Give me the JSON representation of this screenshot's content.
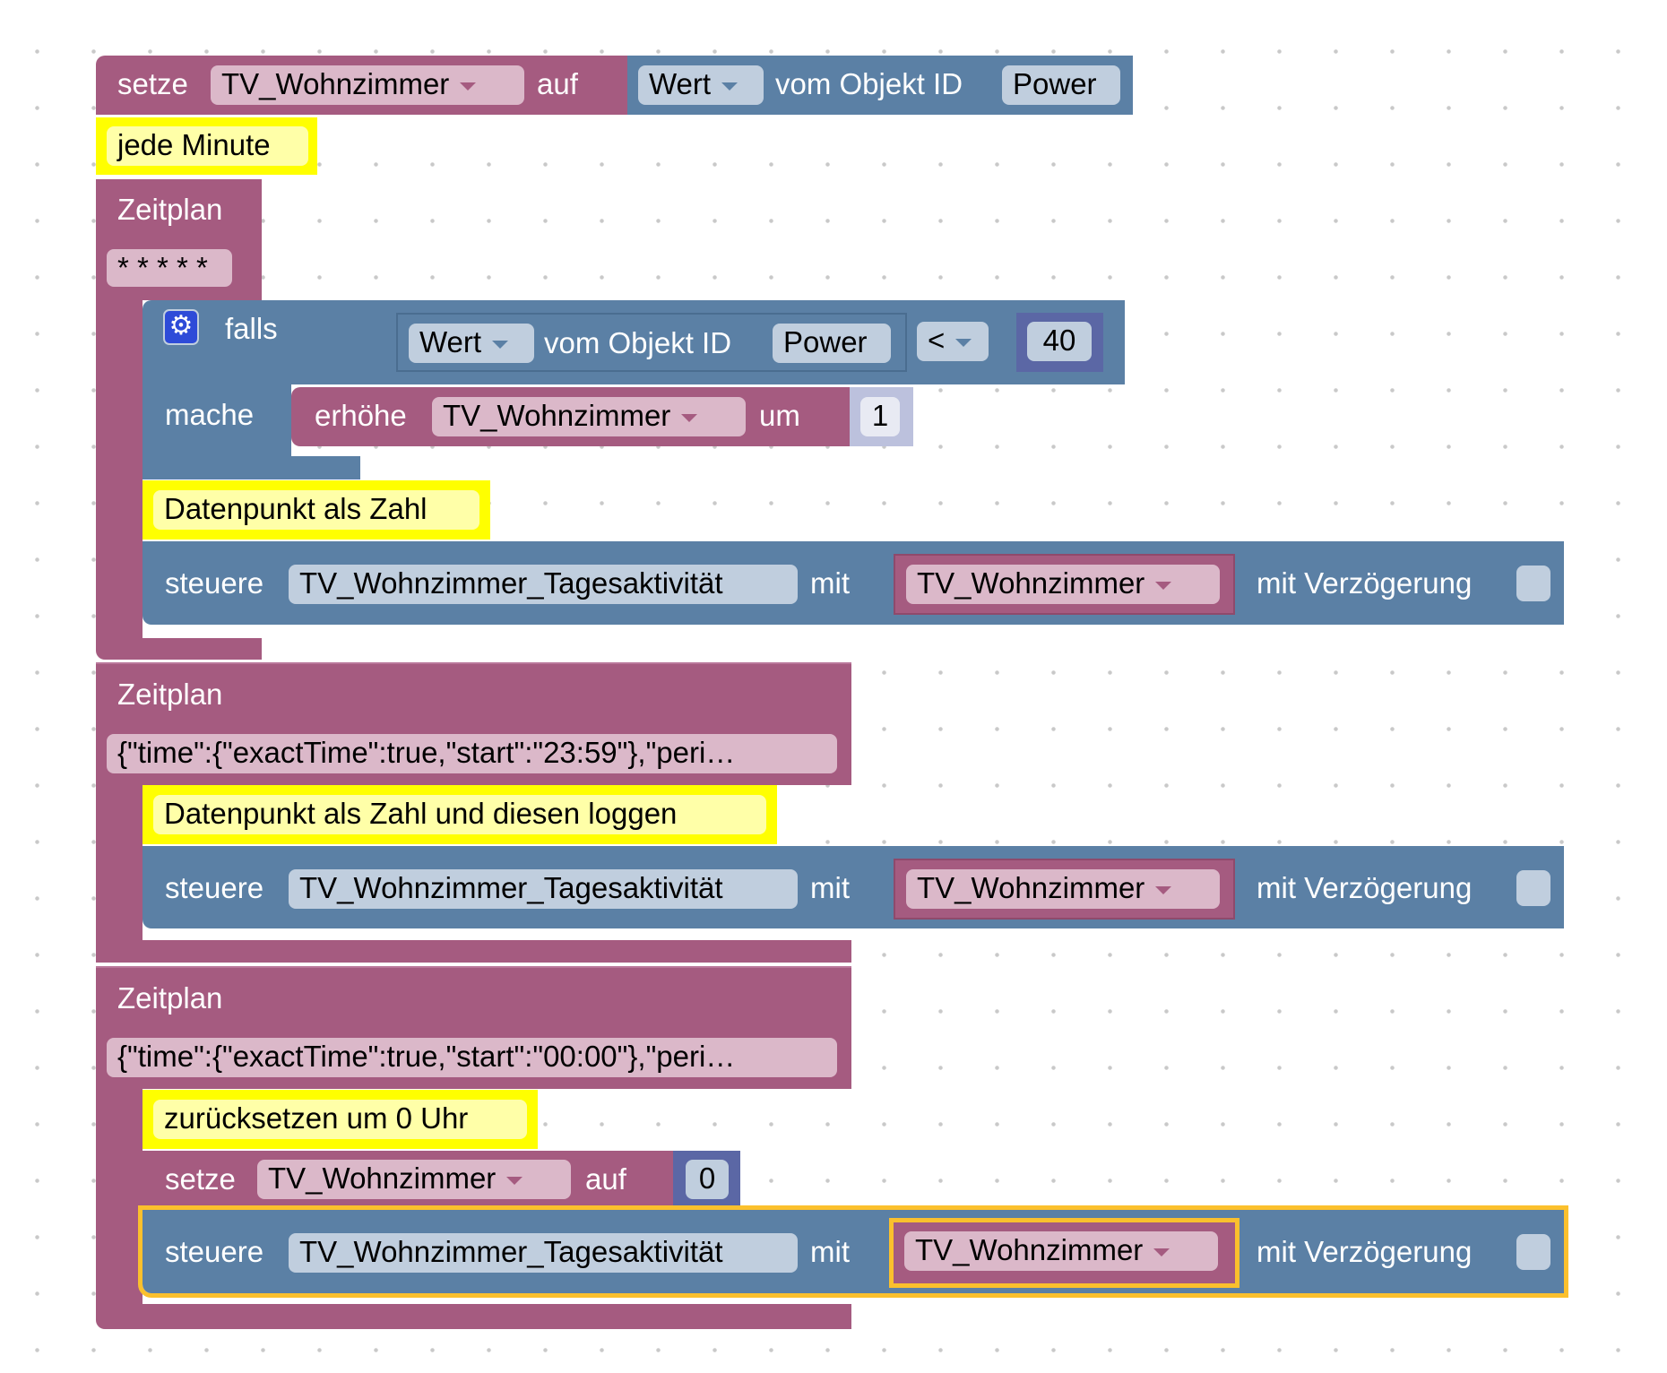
{
  "blocks": {
    "set1": {
      "setze": "setze",
      "var": "TV_Wohnzimmer",
      "auf": "auf",
      "wert": "Wert",
      "vom": "vom Objekt ID",
      "obj": "Power"
    },
    "comment1": "jede Minute",
    "sched1": {
      "label": "Zeitplan",
      "value": "* * * * *"
    },
    "if": {
      "falls": "falls",
      "mache": "mache",
      "wert": "Wert",
      "vom": "vom Objekt ID",
      "obj": "Power",
      "op": "<",
      "num": "40"
    },
    "inc": {
      "label": "erhöhe",
      "var": "TV_Wohnzimmer",
      "um": "um",
      "num": "1"
    },
    "comment2": "Datenpunkt als Zahl",
    "control1": {
      "steuere": "steuere",
      "target": "TV_Wohnzimmer_Tagesaktivität",
      "mit": "mit",
      "var": "TV_Wohnzimmer",
      "delay": "mit Verzögerung"
    },
    "sched2": {
      "label": "Zeitplan",
      "value": "{\"time\":{\"exactTime\":true,\"start\":\"23:59\"},\"peri…"
    },
    "comment3": "Datenpunkt als Zahl und diesen loggen",
    "control2": {
      "steuere": "steuere",
      "target": "TV_Wohnzimmer_Tagesaktivität",
      "mit": "mit",
      "var": "TV_Wohnzimmer",
      "delay": "mit Verzögerung"
    },
    "sched3": {
      "label": "Zeitplan",
      "value": "{\"time\":{\"exactTime\":true,\"start\":\"00:00\"},\"peri…"
    },
    "comment4": "zurücksetzen um 0 Uhr",
    "set2": {
      "setze": "setze",
      "var": "TV_Wohnzimmer",
      "auf": "auf",
      "num": "0"
    },
    "control3": {
      "steuere": "steuere",
      "target": "TV_Wohnzimmer_Tagesaktivität",
      "mit": "mit",
      "var": "TV_Wohnzimmer",
      "delay": "mit Verzögerung"
    }
  },
  "colors": {
    "variables": "#a55b80",
    "iobroker": "#5b80a5",
    "comment": "#ffff00",
    "math": "#5b67a5",
    "selected": "#fbc02d"
  }
}
